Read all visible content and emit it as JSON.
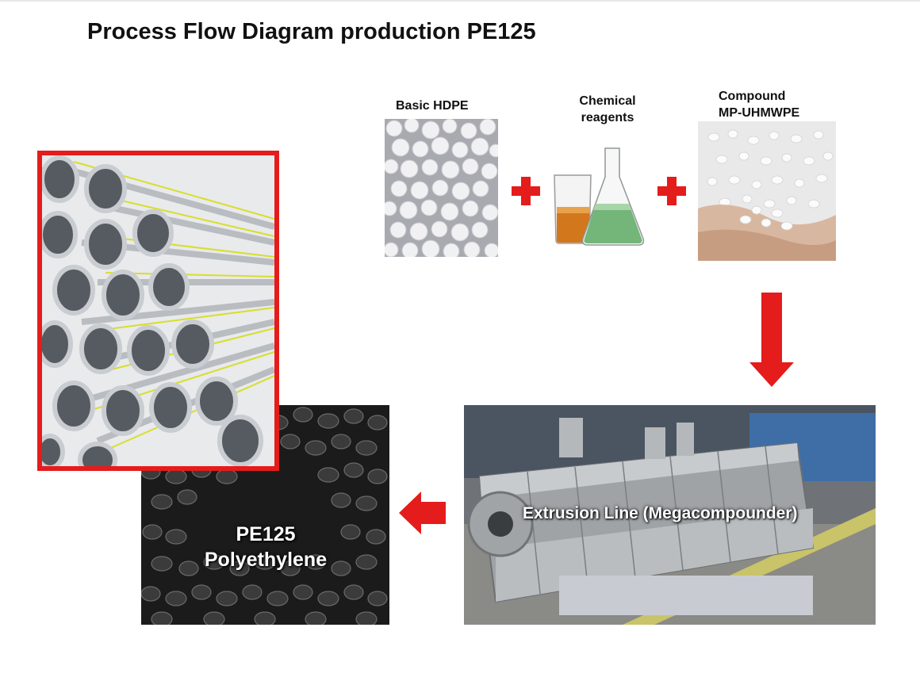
{
  "title": "Process Flow Diagram production PE125",
  "inputs": [
    {
      "label_lines": [
        "Basic HDPE"
      ]
    },
    {
      "label_lines": [
        "Chemical",
        "reagents"
      ]
    },
    {
      "label_lines": [
        "Compound",
        "MP-UHMWPE"
      ]
    }
  ],
  "process": {
    "label": "Extrusion Line (Megacompounder)"
  },
  "output": {
    "label_lines": [
      "PE125",
      "Polyethylene"
    ]
  },
  "colors": {
    "accent": "#e41c1c",
    "frame": "#e41c1c"
  }
}
